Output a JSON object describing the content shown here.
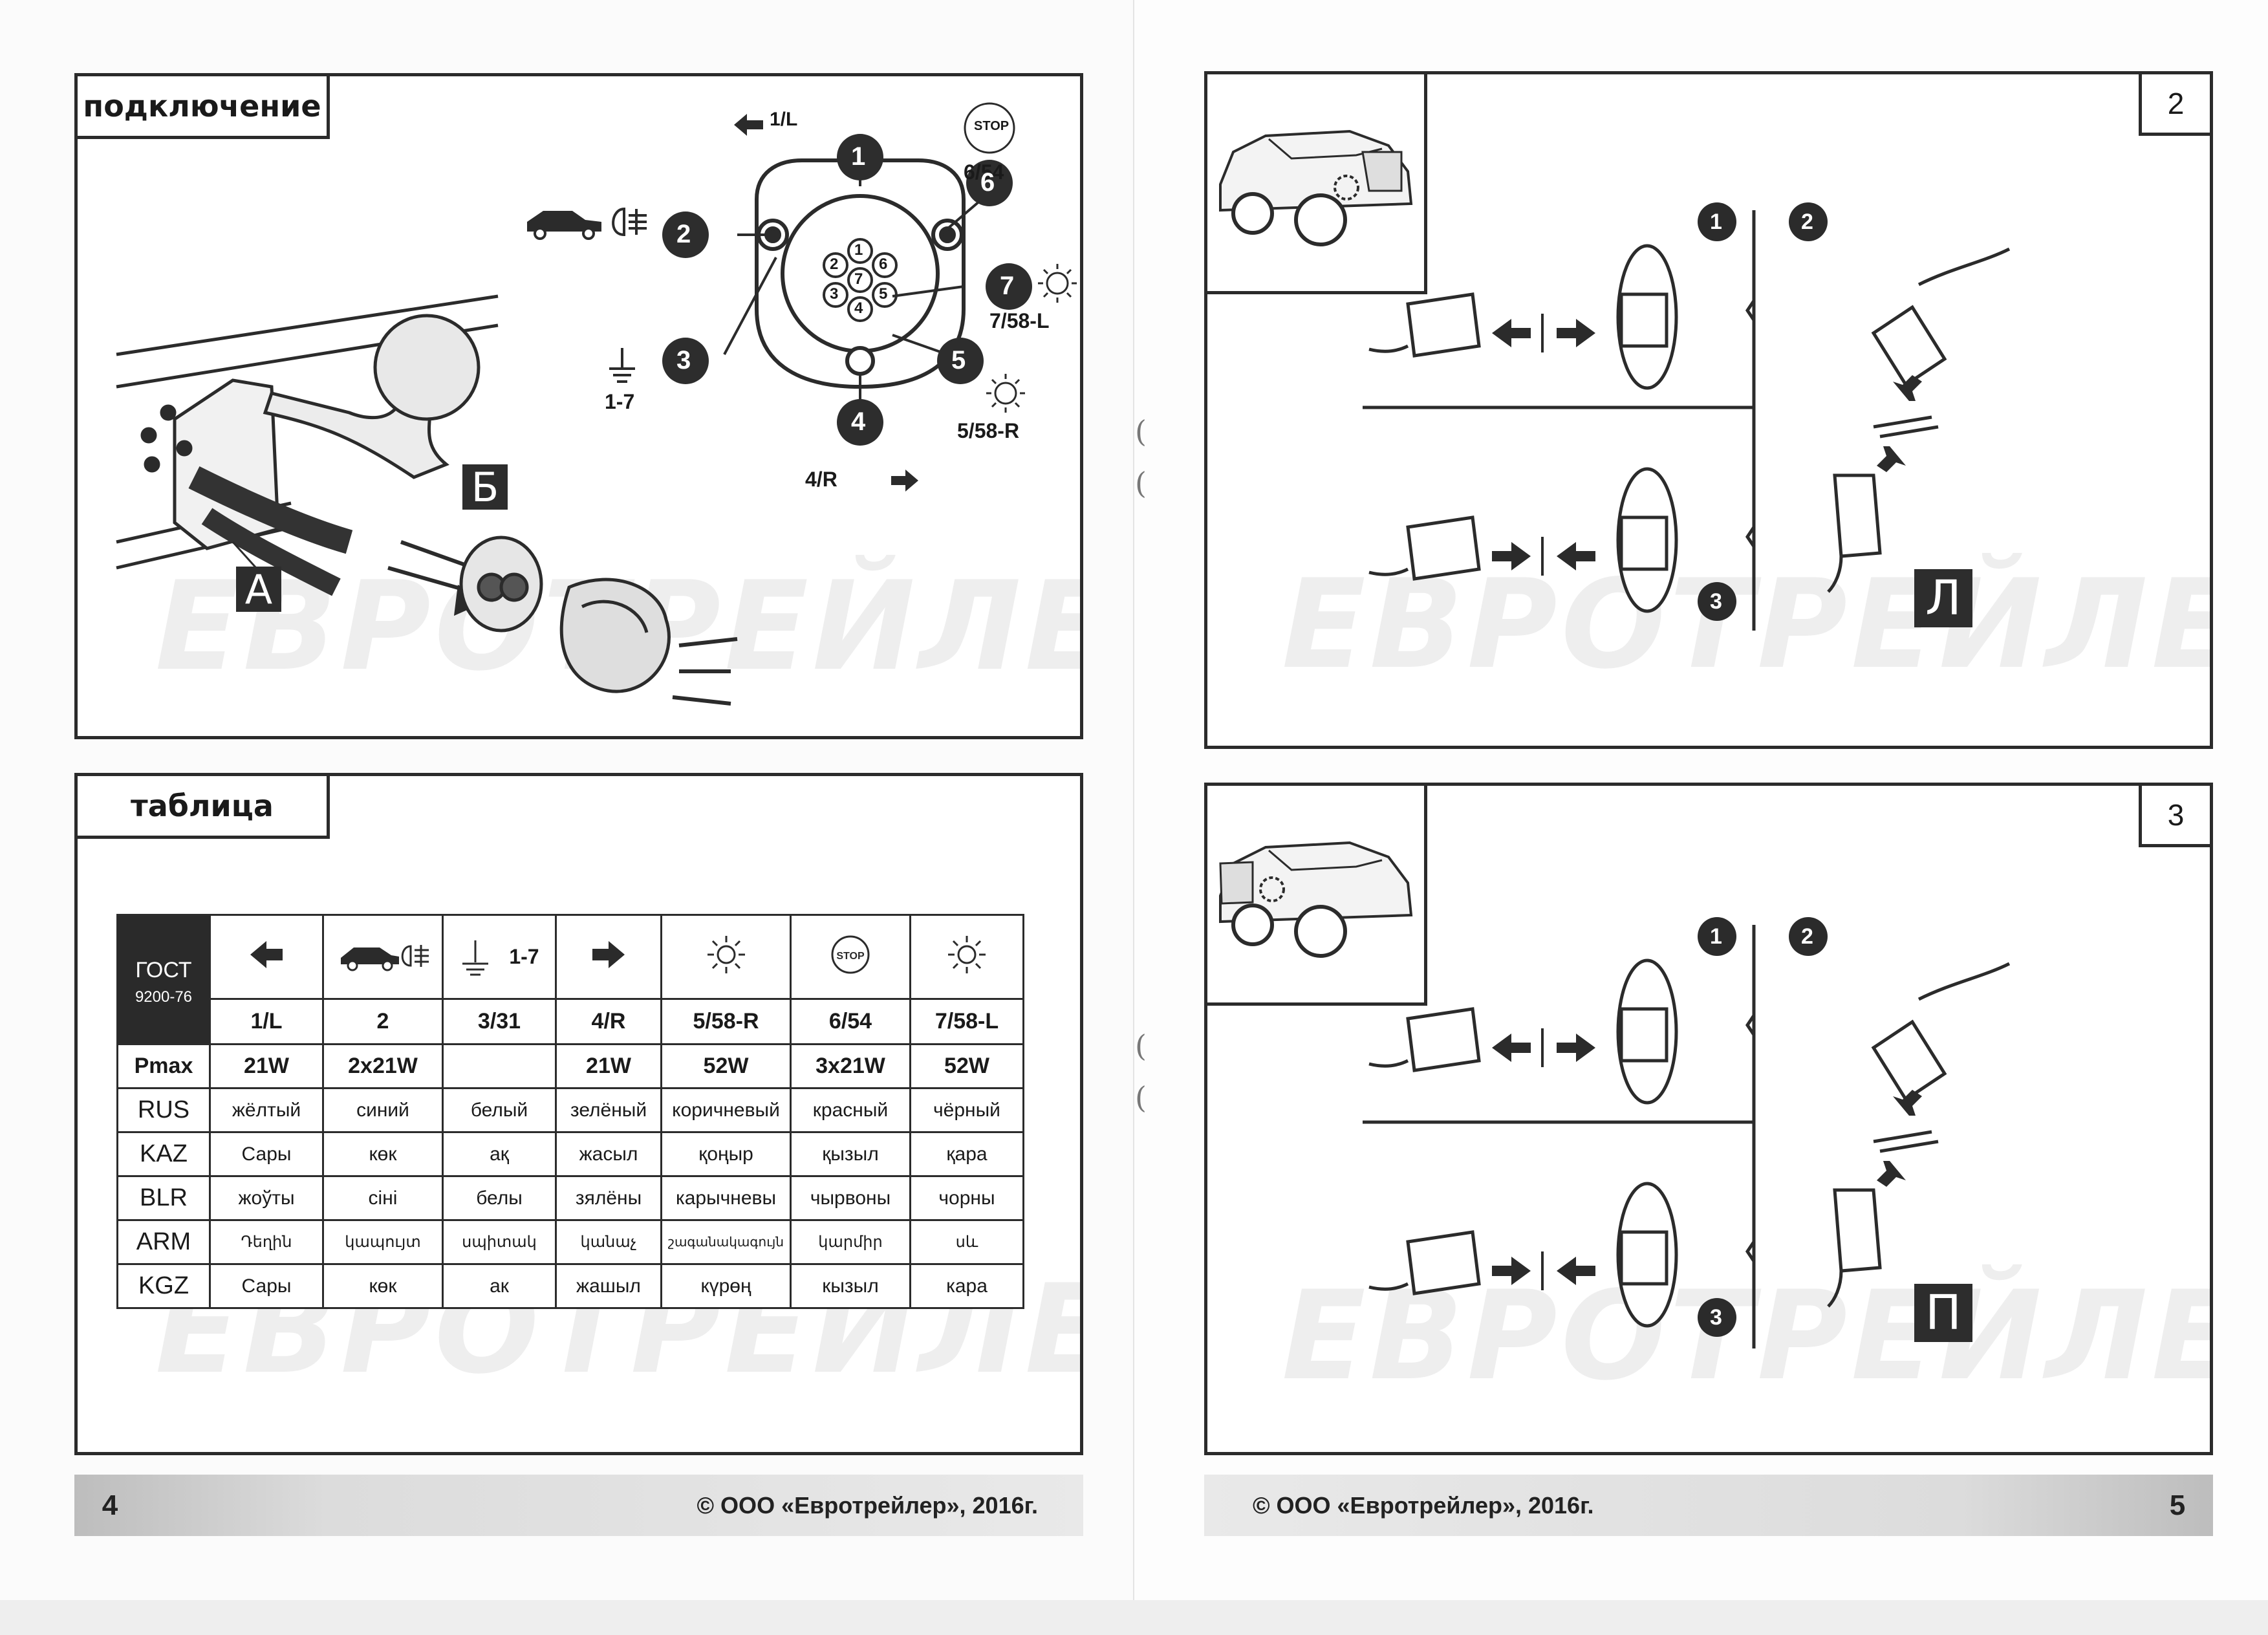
{
  "left_page": {
    "connection_panel": {
      "title": "подключение",
      "pins": [
        {
          "number": "1",
          "label": "1/L"
        },
        {
          "number": "2",
          "label": ""
        },
        {
          "number": "3",
          "label": "1-7"
        },
        {
          "number": "4",
          "label": "4/R"
        },
        {
          "number": "5",
          "label": "5/58-R"
        },
        {
          "number": "6",
          "label": "6/54"
        },
        {
          "number": "7",
          "label": "7/58-L"
        }
      ],
      "socket_pin_numbers": [
        "1",
        "2",
        "3",
        "4",
        "5",
        "6",
        "7"
      ],
      "stop_text": "STOP",
      "letter_a": "А",
      "letter_b": "Б",
      "watermark": "ЕВРОТРЕЙЛЕР"
    },
    "table_panel": {
      "title": "таблица",
      "gost_line1": "ГОСТ",
      "gost_line2": "9200-76",
      "ground_label": "1-7",
      "codes": [
        "1/L",
        "2",
        "3/31",
        "4/R",
        "5/58-R",
        "6/54",
        "7/58-L"
      ],
      "rows": [
        {
          "label": "Pmax",
          "values": [
            "21W",
            "2x21W",
            "",
            "21W",
            "52W",
            "3x21W",
            "52W"
          ]
        },
        {
          "label": "RUS",
          "values": [
            "жёлтый",
            "синий",
            "белый",
            "зелёный",
            "коричневый",
            "красный",
            "чёрный"
          ]
        },
        {
          "label": "KAZ",
          "values": [
            "Сары",
            "көк",
            "ақ",
            "жасыл",
            "қоңыр",
            "қызыл",
            "қара"
          ]
        },
        {
          "label": "BLR",
          "values": [
            "жоўты",
            "сіні",
            "белы",
            "зялёны",
            "карычневы",
            "чырвоны",
            "чорны"
          ]
        },
        {
          "label": "ARM",
          "values": [
            "Դեղին",
            "կապույտ",
            "սպիտակ",
            "կանաչ",
            "շագանակագույն",
            "կարմիր",
            "սև"
          ]
        },
        {
          "label": "KGZ",
          "values": [
            "Сары",
            "көк",
            "ак",
            "жашыл",
            "күрөң",
            "кызыл",
            "кара"
          ]
        }
      ],
      "watermark": "ЕВРОТРЕЙЛЕР"
    },
    "footer": {
      "page_number": "4",
      "copyright": "© ООО «Евротрейлер», 2016г."
    }
  },
  "right_page": {
    "panel_2": {
      "number": "2",
      "step_numbers": [
        "1",
        "2",
        "3"
      ],
      "side_letter": "Л",
      "watermark": "ЕВРОТРЕЙЛЕР"
    },
    "panel_3": {
      "number": "3",
      "step_numbers": [
        "1",
        "2",
        "3"
      ],
      "side_letter": "П",
      "watermark": "ЕВРОТРЕЙЛЕР"
    },
    "footer": {
      "page_number": "5",
      "copyright": "© ООО «Евротрейлер», 2016г."
    }
  },
  "colors": {
    "ink": "#2b2b2b",
    "footer_gray": "#dcdcdc",
    "badge_fill": "#2d2d2d"
  }
}
